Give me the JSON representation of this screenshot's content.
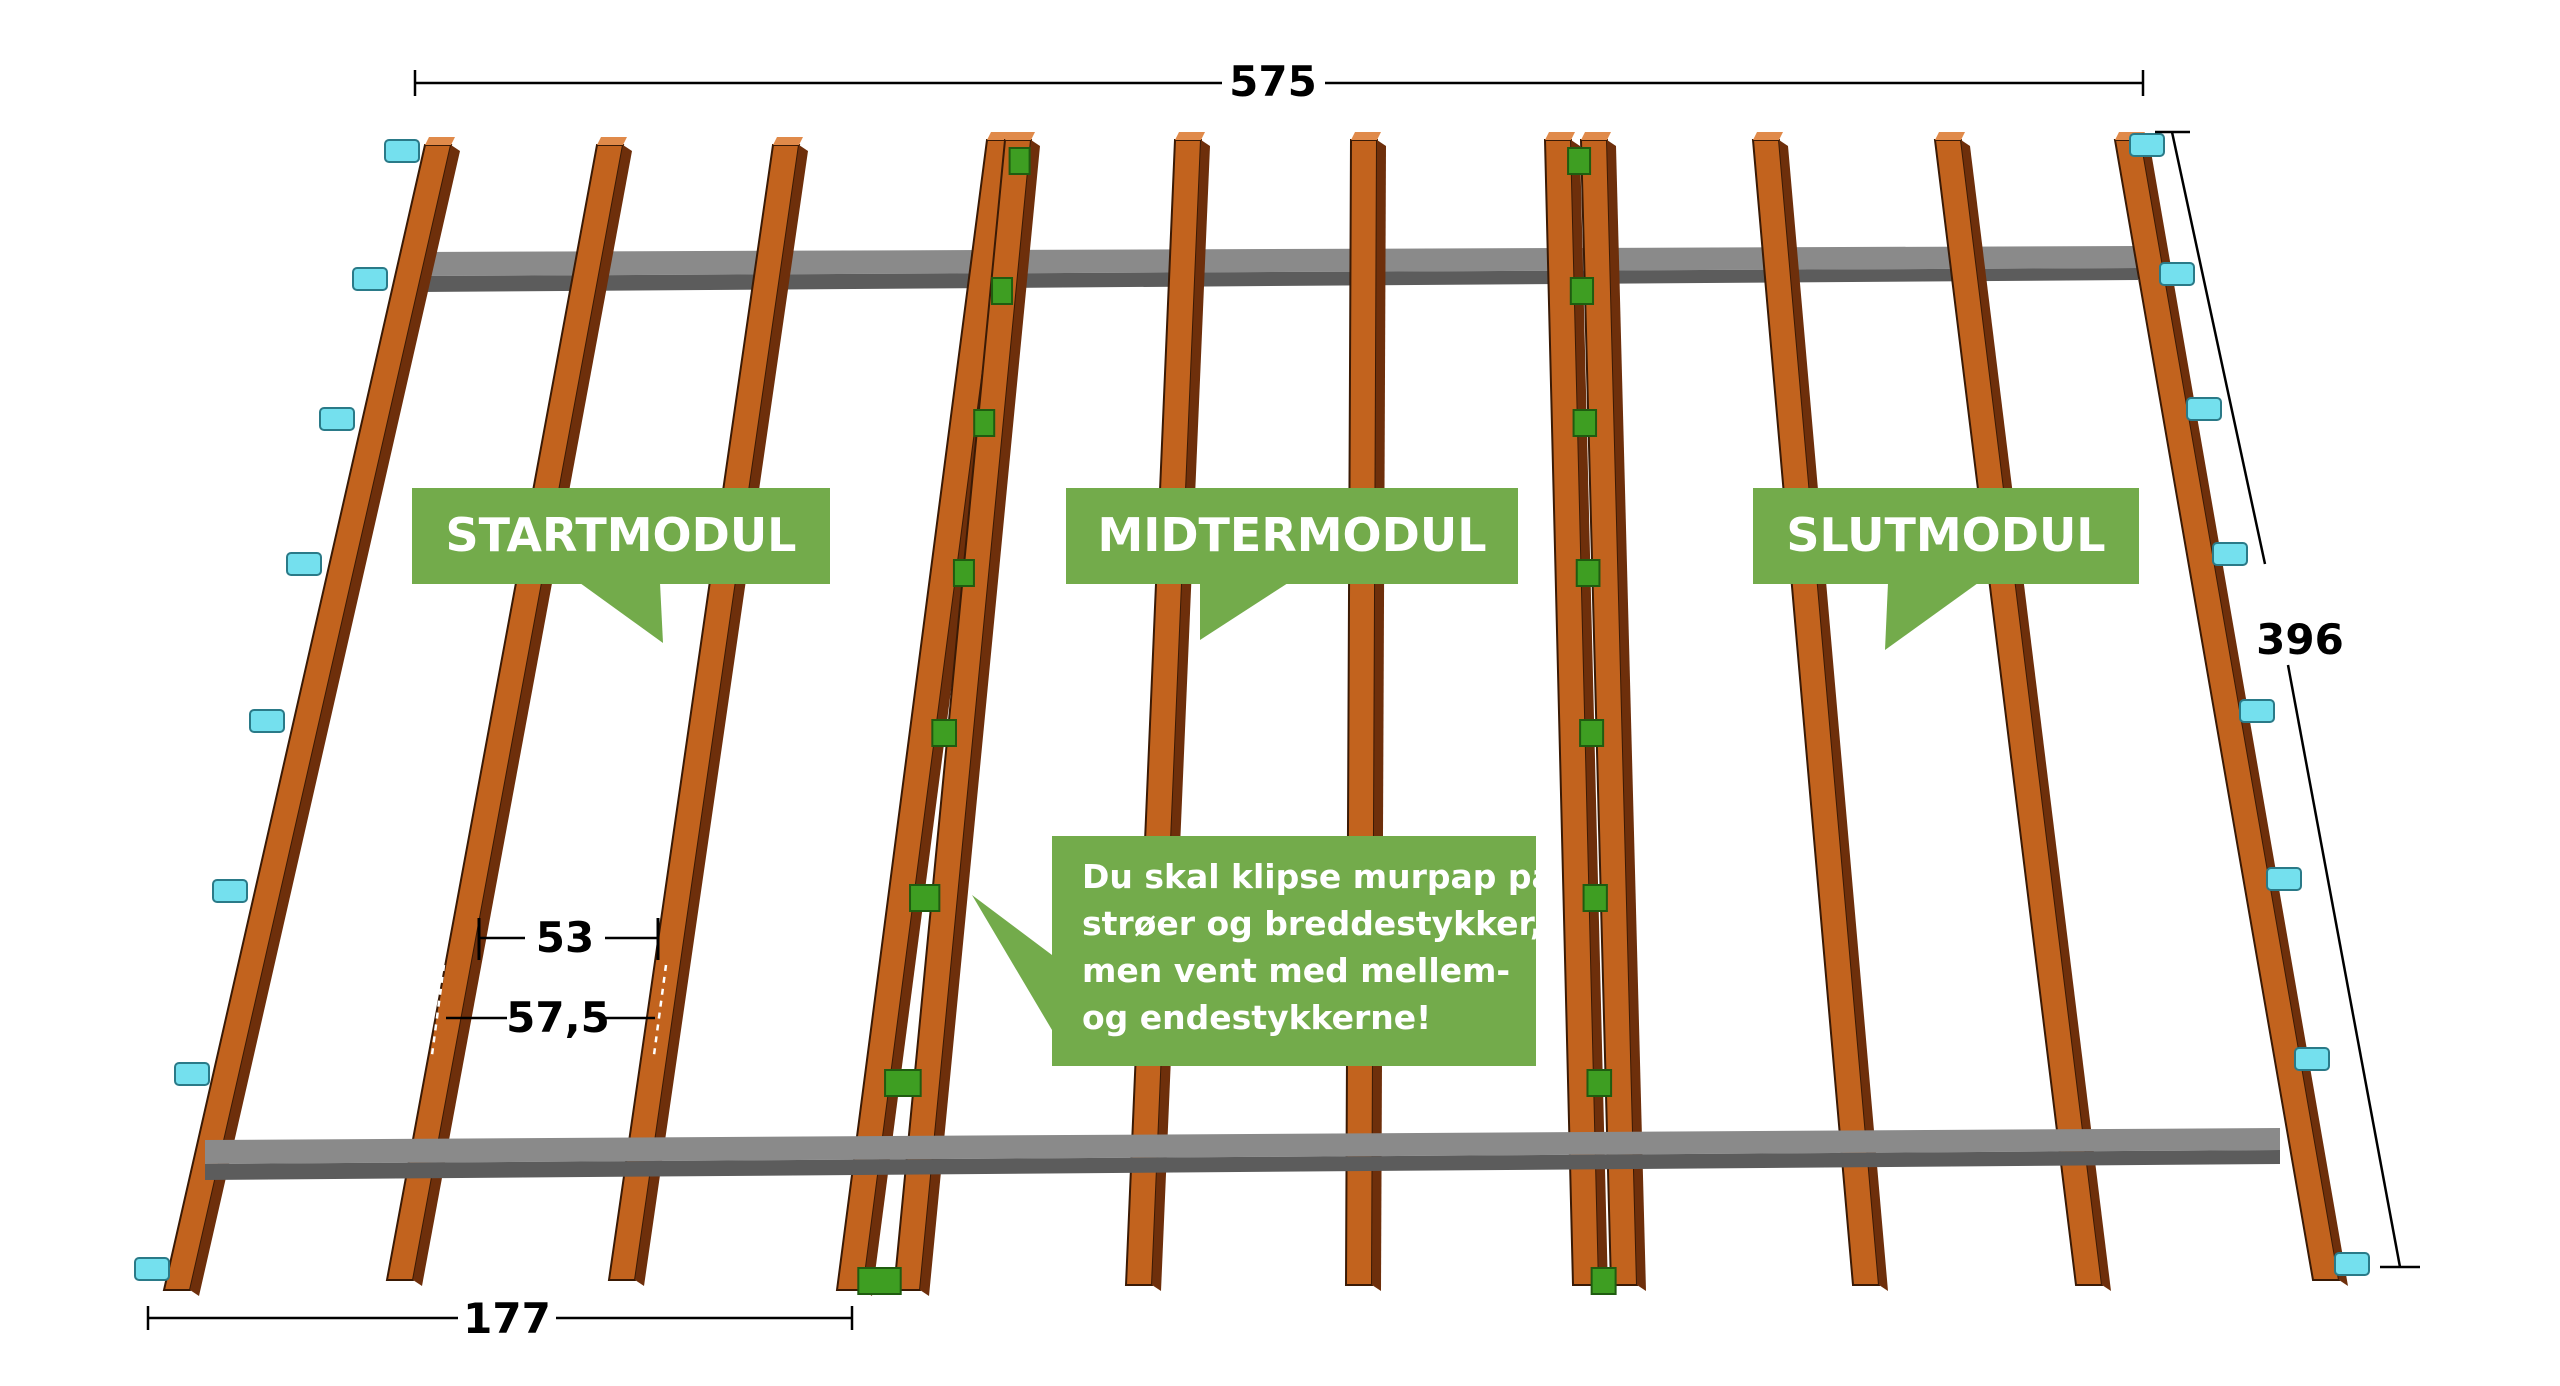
{
  "dimensions": {
    "total_width": "575",
    "total_depth": "396",
    "module_width": "177",
    "inner_spacing": "53",
    "center_spacing": "57,5"
  },
  "modules": {
    "start": "STARTMODUL",
    "middle": "MIDTERMODUL",
    "end": "SLUTMODUL"
  },
  "note": {
    "lines": [
      "Du skal klipse murpap på",
      "strøer og breddestykker,",
      "men vent med mellem-",
      "og endestykkerne!"
    ]
  },
  "colors": {
    "joist": "#c2631e",
    "joist_dark": "#6e2f0b",
    "beam": "#8a8a8a",
    "block": "#3e9e22",
    "bracket": "#74e0ee",
    "callout": "#73ab4b",
    "text": "#000000",
    "callout_text": "#ffffff"
  }
}
